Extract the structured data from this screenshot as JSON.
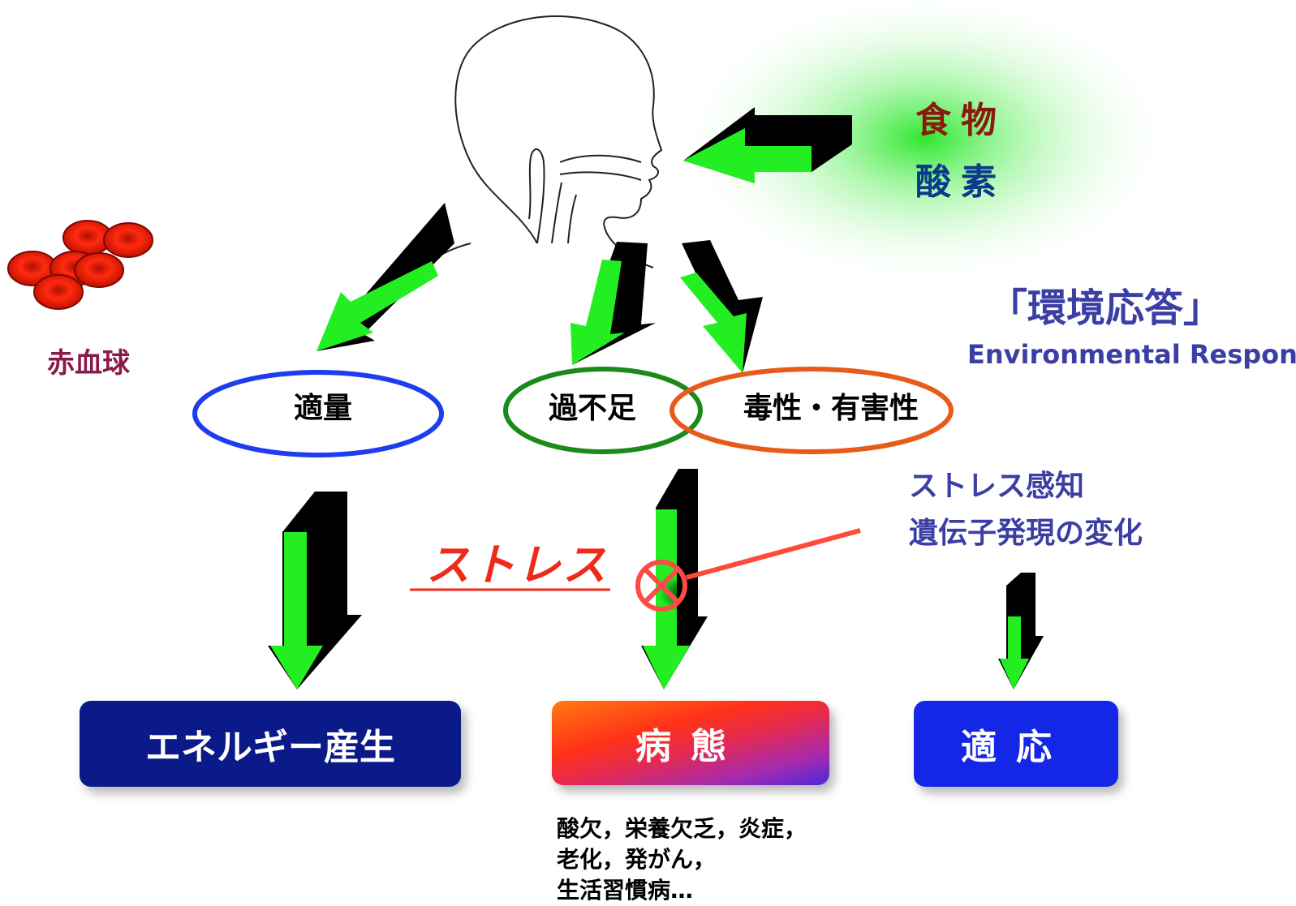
{
  "inputs": {
    "food": "食物",
    "oxygen": "酸素"
  },
  "red_blood_cells_label": "赤血球",
  "environmental_response": {
    "title_ja": "「環境応答」",
    "title_en": "Environmental Response"
  },
  "ovals": {
    "appropriate": "適量",
    "excess_deficiency": "過不足",
    "toxicity": "毒性・有害性"
  },
  "stress_label": "ストレス",
  "stress_response": {
    "sensing": "ストレス感知",
    "gene_expression_change": "遺伝子発現の変化"
  },
  "outcomes": {
    "energy": "エネルギー産生",
    "disease": "病態",
    "adaptation": "適応"
  },
  "disease_examples": [
    "酸欠，栄養欠乏，炎症，",
    "老化，発がん，",
    "生活習慣病…"
  ],
  "colors": {
    "oval_appropriate": "#1e3cf0",
    "oval_excess": "#1a8a1a",
    "oval_toxic": "#e85a1a",
    "arrow_green": "#22ee22",
    "stress_red": "#ee2a1a",
    "energy_box": "#0a1a88",
    "adapt_box": "#1426e6"
  }
}
